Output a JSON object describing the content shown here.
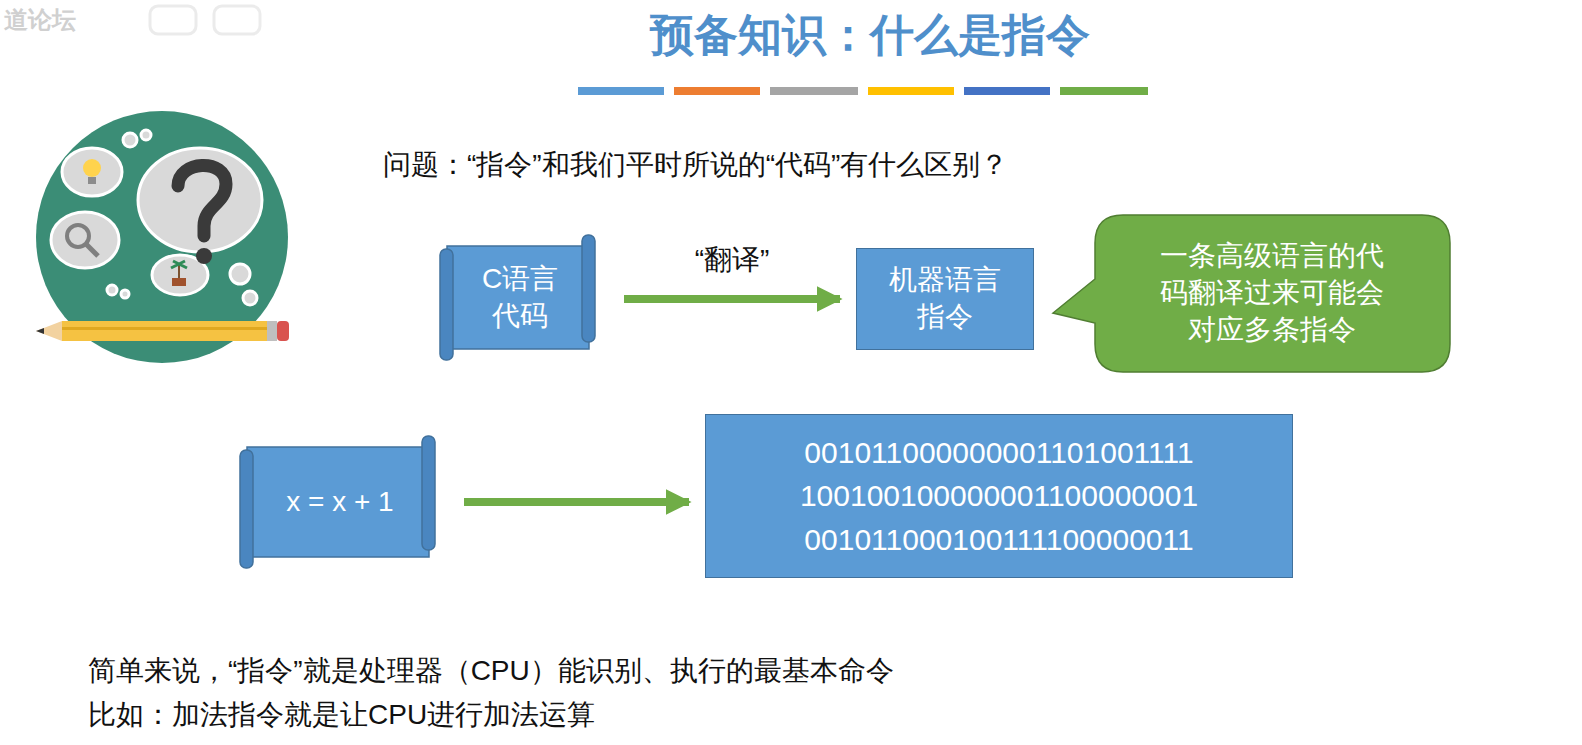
{
  "diagram": {
    "title": "预备知识：什么是指令",
    "nodes": [
      {
        "text": [
          "C语言 代码"
        ]
      },
      {
        "text": [
          "机器语言 指令"
        ]
      },
      {
        "text": [
          "一条高级语言的代码翻译过来可能会对应多条指令"
        ]
      },
      {
        "text": [
          "x = x + 1"
        ]
      },
      {
        "text": [
          "001011000000001101001111",
          "100100100000001100000001",
          "001011000100111100000011"
        ]
      }
    ],
    "edges": [
      {
        "from": 0,
        "to": 1,
        "arrow": "to",
        "label": "“翻译”"
      },
      {
        "from": 3,
        "to": 4,
        "arrow": "to"
      }
    ],
    "labels": [
      "道论坛",
      "问题：“指令”和我们平时所说的“代码”有什么区别？",
      "简单来说，“指令”就是处理器（CPU）能识别、执行的最基本命令",
      "比如：加法指令就是让CPU进行加法运算"
    ]
  }
}
